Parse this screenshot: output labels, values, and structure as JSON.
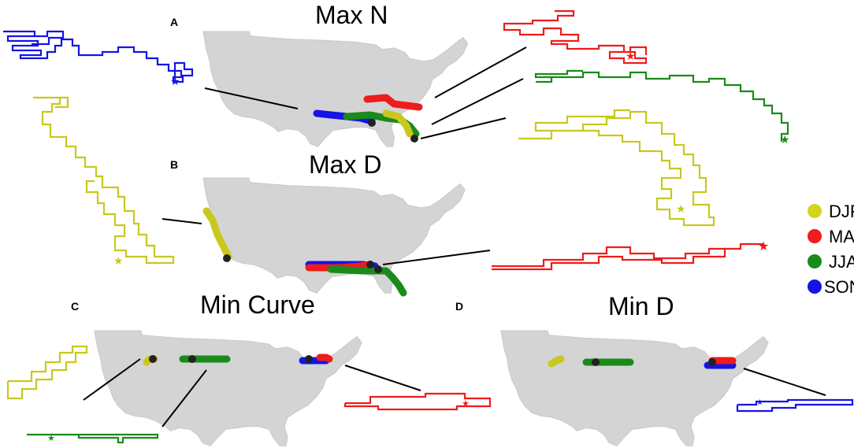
{
  "panels": {
    "a": {
      "letter": "A",
      "title": "Max N"
    },
    "b": {
      "letter": "B",
      "title": "Max D"
    },
    "c": {
      "letter": "C",
      "title": "Min Curve"
    },
    "d": {
      "letter": "D",
      "title": "Min D"
    }
  },
  "legend": [
    {
      "label": "DJF",
      "color": "#d4d41e"
    },
    {
      "label": "MAM",
      "color": "#ee1c1c"
    },
    {
      "label": "JJA",
      "color": "#1a8a1a"
    },
    {
      "label": "SON",
      "color": "#1414e6"
    }
  ],
  "colors": {
    "djf": "#c8c81e",
    "mam": "#ee1c1c",
    "jja": "#1a8a1a",
    "son": "#1414e6",
    "map_fill": "#d4d4d4"
  }
}
